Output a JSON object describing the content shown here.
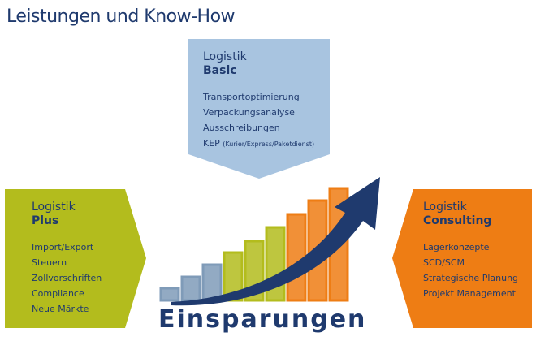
{
  "title": "Leistungen und Know-How",
  "colors": {
    "basic": "#a8c4e0",
    "plus": "#b3bc1d",
    "consulting": "#ee7d14",
    "dark_blue": "#1f3a6e",
    "steel_blue": "#7f9bb8"
  },
  "panels": {
    "basic": {
      "line1": "Logistik",
      "line2": "Basic",
      "items": [
        "Transportoptimierung",
        "Verpackungsanalyse",
        "Ausschreibungen"
      ],
      "kep_main": "KEP",
      "kep_note": "(Kurier/Express/Paketdienst)"
    },
    "plus": {
      "line1": "Logistik",
      "line2": "Plus",
      "items": [
        "Import/Export",
        "Steuern",
        "Zollvorschriften",
        "Compliance",
        "Neue Märkte"
      ]
    },
    "consulting": {
      "line1": "Logistik",
      "line2": "Consulting",
      "items": [
        "Lagerkonzepte",
        "SCD/SCM",
        "Strategische Planung",
        "Projekt Management"
      ]
    }
  },
  "growth_bars": [
    {
      "level": 0.1,
      "color": "steel_blue"
    },
    {
      "level": 0.19,
      "color": "steel_blue"
    },
    {
      "level": 0.29,
      "color": "steel_blue"
    },
    {
      "level": 0.39,
      "color": "plus"
    },
    {
      "level": 0.48,
      "color": "plus"
    },
    {
      "level": 0.59,
      "color": "plus"
    },
    {
      "level": 0.7,
      "color": "consulting"
    },
    {
      "level": 0.81,
      "color": "consulting"
    },
    {
      "level": 0.91,
      "color": "consulting"
    }
  ],
  "savings_label": "Einsparungen"
}
